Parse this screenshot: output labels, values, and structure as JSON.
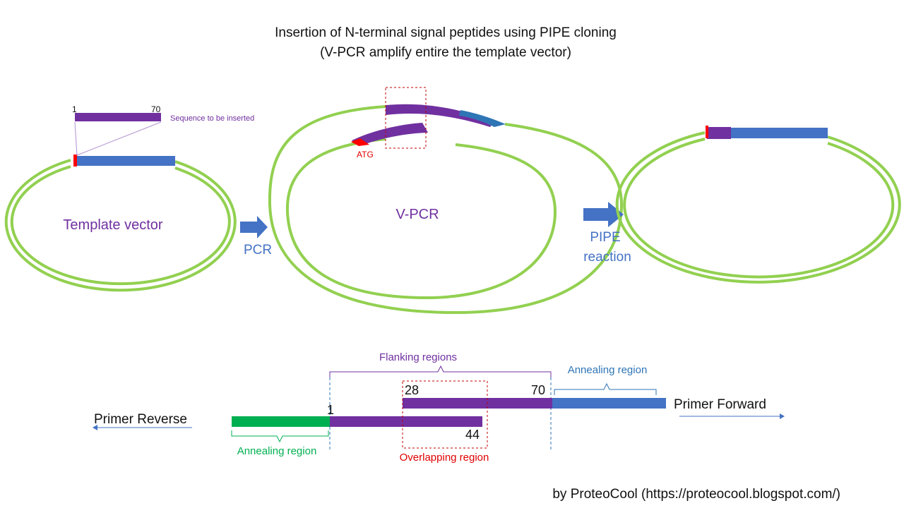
{
  "title": {
    "line1": "Insertion of N-terminal signal peptides using PIPE cloning",
    "line2": "(V-PCR amplify entire the template vector)"
  },
  "insert": {
    "start": "1",
    "end": "70",
    "label": "Sequence to be inserted"
  },
  "stages": {
    "template": "Template vector",
    "pcr": "PCR",
    "vpcr": "V-PCR",
    "atg": "ATG",
    "pipe_line1": "PIPE",
    "pipe_line2": "reaction"
  },
  "primers": {
    "flanking": "Flanking regions",
    "annealing_forward": "Annealing region",
    "annealing_reverse": "Annealing region",
    "overlapping": "Overlapping region",
    "forward": "Primer Forward",
    "reverse": "Primer Reverse",
    "num_1": "1",
    "num_28": "28",
    "num_44": "44",
    "num_70": "70"
  },
  "credit": "by ProteoCool (https://proteocool.blogspot.com/)",
  "colors": {
    "vector_green": "#92d050",
    "insert_purple": "#7030a0",
    "gene_blue": "#4472c4",
    "annealing_blue": "#2e75b6",
    "marker_red": "#ff0000",
    "primer_green": "#00b050",
    "label_red": "#e00000"
  }
}
